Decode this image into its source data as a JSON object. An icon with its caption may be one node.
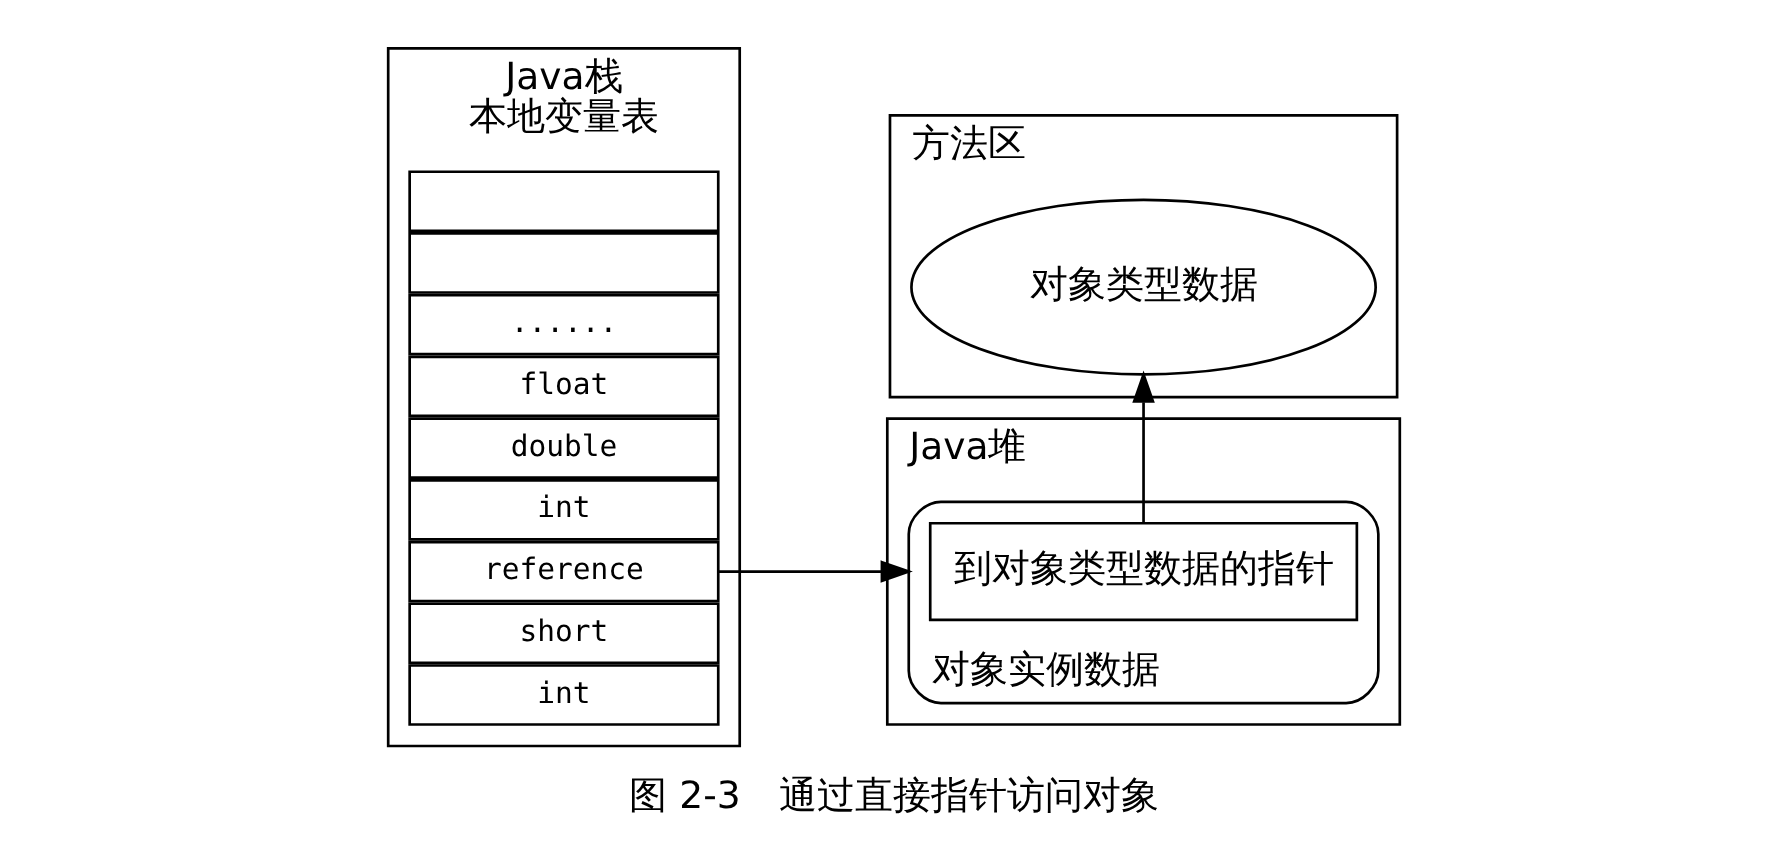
{
  "diagram": {
    "caption": "图 2-3　通过直接指针访问对象",
    "nodes": [
      {
        "text": [
          "Java栈",
          "本地变量表"
        ]
      },
      {
        "text": [
          "int"
        ],
        "in": 0
      },
      {
        "text": [
          "short"
        ],
        "in": 0
      },
      {
        "text": [
          "reference"
        ],
        "in": 0
      },
      {
        "text": [
          "int"
        ],
        "in": 0
      },
      {
        "text": [
          "double"
        ],
        "in": 0
      },
      {
        "text": [
          "float"
        ],
        "in": 0
      },
      {
        "text": [
          "......"
        ],
        "in": 0
      },
      {
        "text": [],
        "shape": "box",
        "in": 0
      },
      {
        "text": [],
        "shape": "box",
        "in": 0
      },
      {
        "text": [
          "Java堆"
        ]
      },
      {
        "text": [
          "对象实例数据"
        ],
        "in": 10
      },
      {
        "text": [
          "到对象类型数据的指针"
        ],
        "in": 11
      },
      {
        "text": [
          "方法区"
        ]
      },
      {
        "text": [
          "对象类型数据"
        ],
        "in": 13
      }
    ],
    "edges": [
      {
        "from": 3,
        "to": 11,
        "arrow": "to"
      },
      {
        "from": 12,
        "to": 14,
        "arrow": "to"
      }
    ]
  }
}
